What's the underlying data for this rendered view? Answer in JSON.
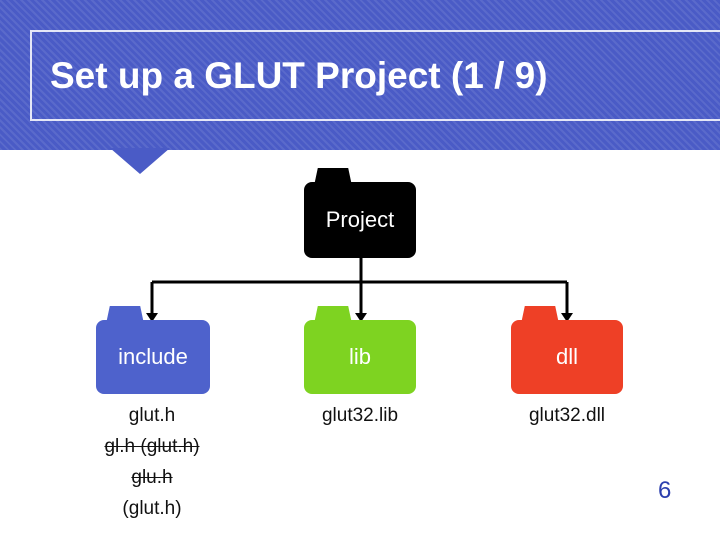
{
  "slide": {
    "title": "Set up a GLUT Project (1 / 9)",
    "page_number": "6",
    "banner_color": "#4a5bc6"
  },
  "tree": {
    "root": {
      "label": "Project",
      "color": "#000000"
    },
    "children": [
      {
        "label": "include",
        "color": "#4e62cc",
        "files": [
          "glut.h",
          "gl.h (glut.h)",
          "glu.h",
          "(glut.h)"
        ]
      },
      {
        "label": "lib",
        "color": "#7ed321",
        "files": [
          "glut32.lib"
        ]
      },
      {
        "label": "dll",
        "color": "#ee4026",
        "files": [
          "glut32.dll"
        ]
      }
    ]
  }
}
